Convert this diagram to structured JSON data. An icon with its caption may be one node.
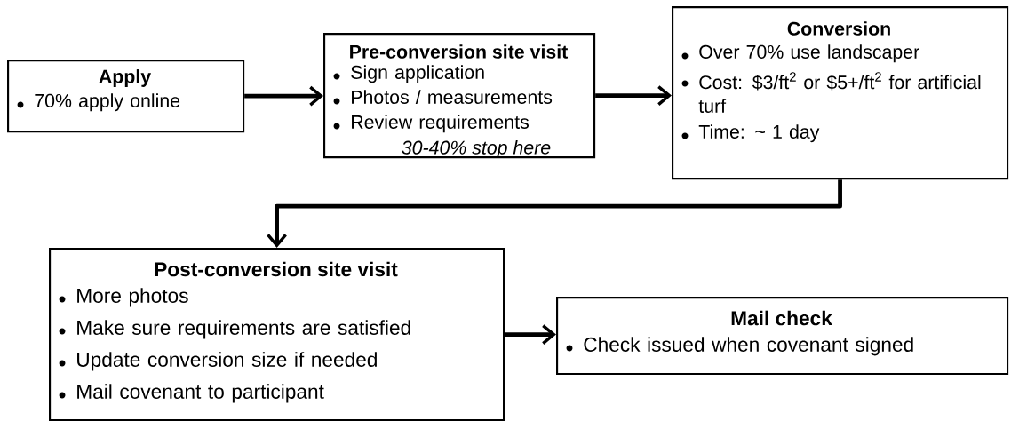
{
  "diagram": {
    "nodes": [
      {
        "text": [
          "Apply",
          "70% apply online"
        ]
      },
      {
        "text": [
          "Pre-conversion site visit",
          "Sign application",
          "Photos / measurements",
          "Review requirements",
          "30-40% stop here"
        ]
      },
      {
        "text": [
          "Conversion",
          "Over 70% use landscaper",
          "Cost: $3/ft$^{2}$ or $5+/ft$^{2}$ for artificial turf",
          "Time: ~ 1 day"
        ]
      },
      {
        "text": [
          "Post-conversion site visit",
          "More photos",
          "Make sure requirements are satisfied",
          "Update conversion size if needed",
          "Mail covenant to participant"
        ]
      },
      {
        "text": [
          "Mail check",
          "Check issued when covenant signed"
        ]
      }
    ],
    "edges": [
      {
        "from": 0,
        "to": 1,
        "arrow": "to"
      },
      {
        "from": 1,
        "to": 2,
        "arrow": "to"
      },
      {
        "from": 2,
        "to": 3,
        "arrow": "to"
      },
      {
        "from": 3,
        "to": 4,
        "arrow": "to"
      }
    ]
  }
}
